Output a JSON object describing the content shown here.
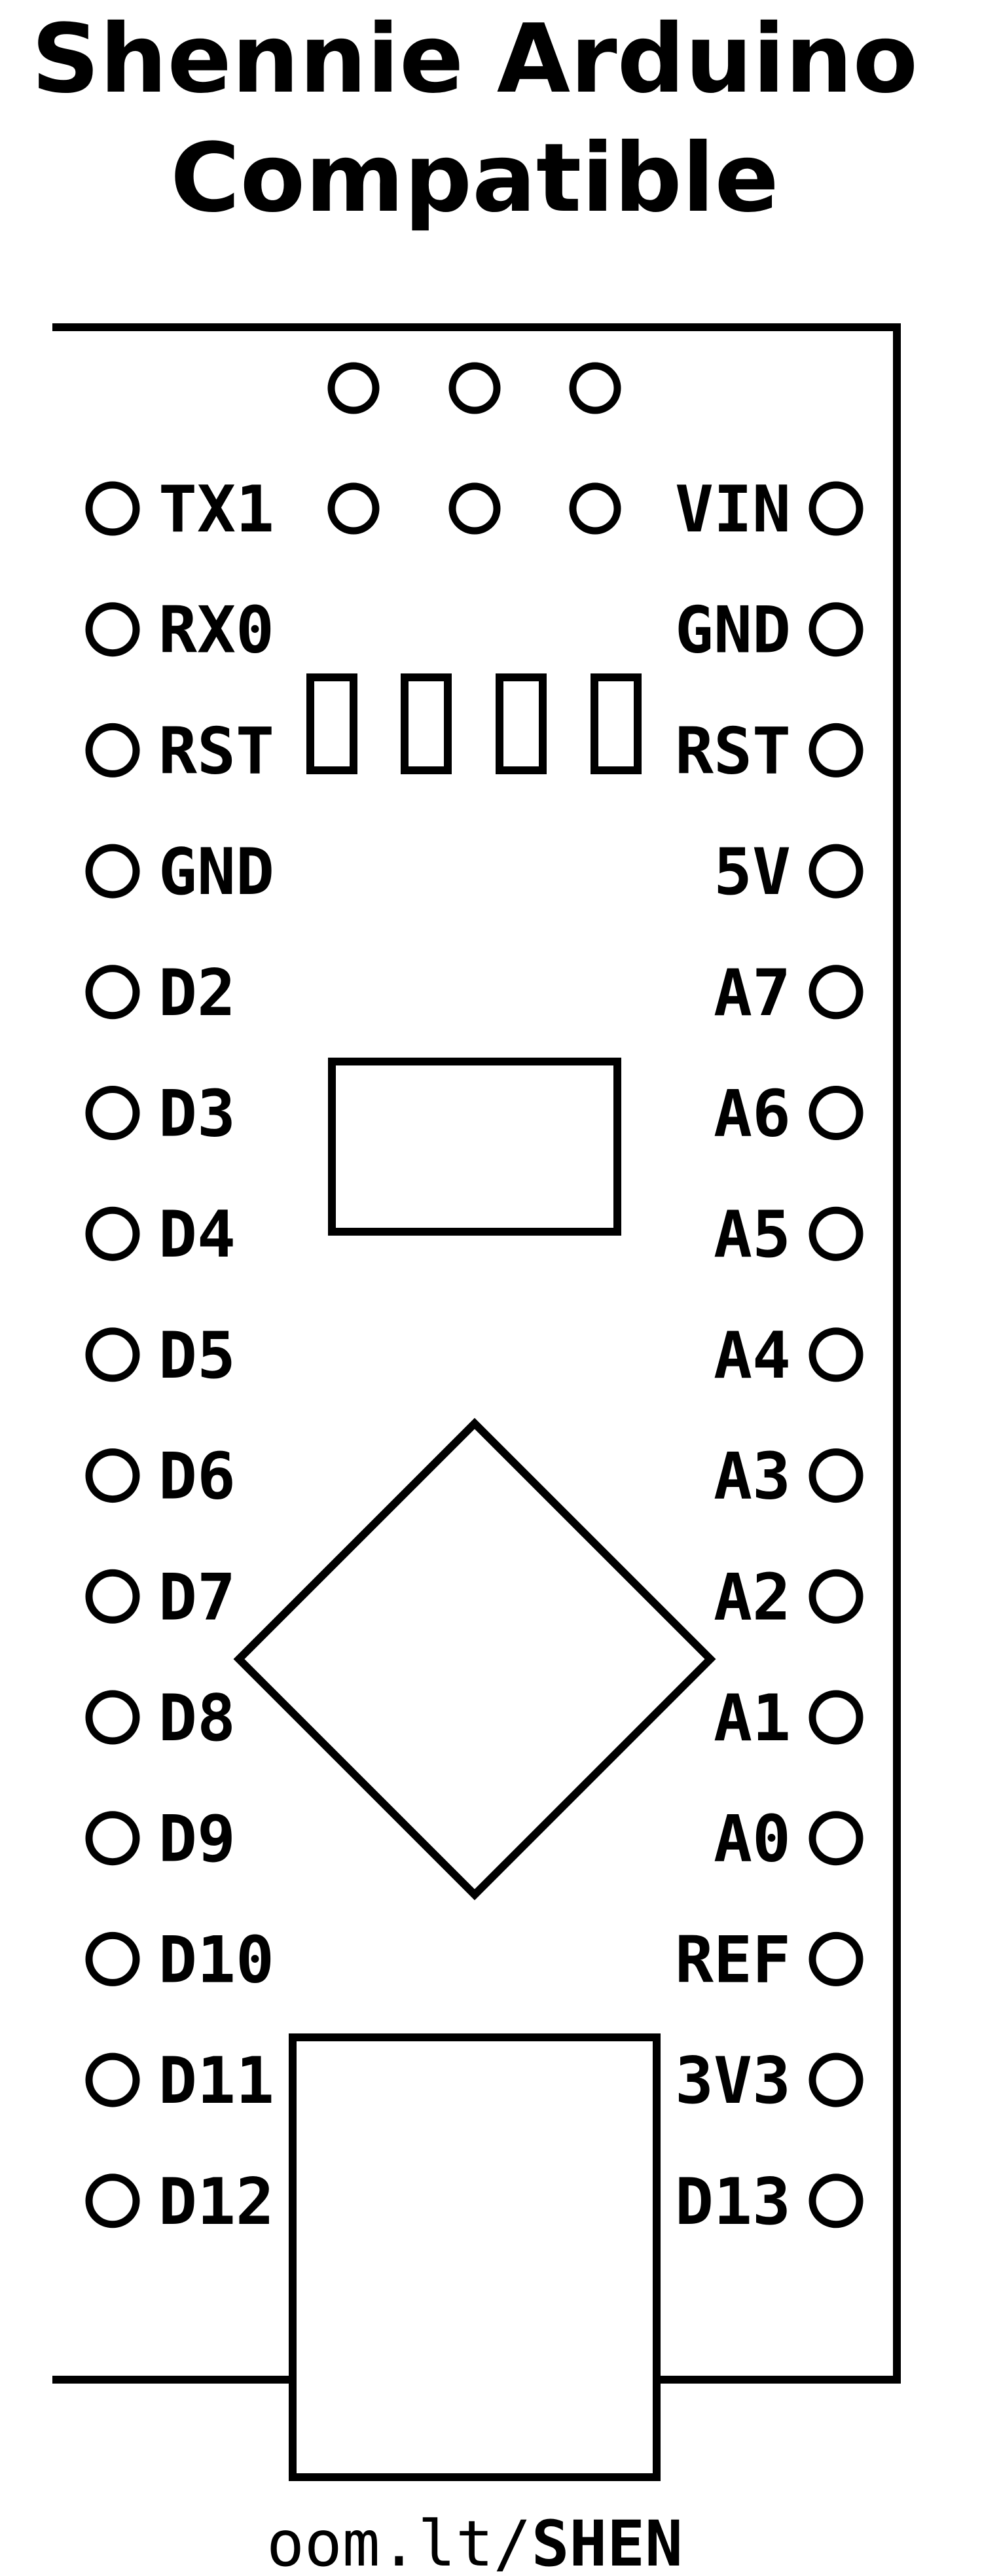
{
  "title": {
    "line1": "Shennie Arduino",
    "line2": "Compatible"
  },
  "left_pins": [
    "TX1",
    "RX0",
    "RST",
    "GND",
    "D2",
    "D3",
    "D4",
    "D5",
    "D6",
    "D7",
    "D8",
    "D9",
    "D10",
    "D11",
    "D12"
  ],
  "right_pins": [
    "VIN",
    "GND",
    "RST",
    "5V",
    "A7",
    "A6",
    "A5",
    "A4",
    "A3",
    "A2",
    "A1",
    "A0",
    "REF",
    "3V3",
    "D13"
  ],
  "footer": {
    "prefix": "oom.lt/",
    "code": "SHEN"
  }
}
